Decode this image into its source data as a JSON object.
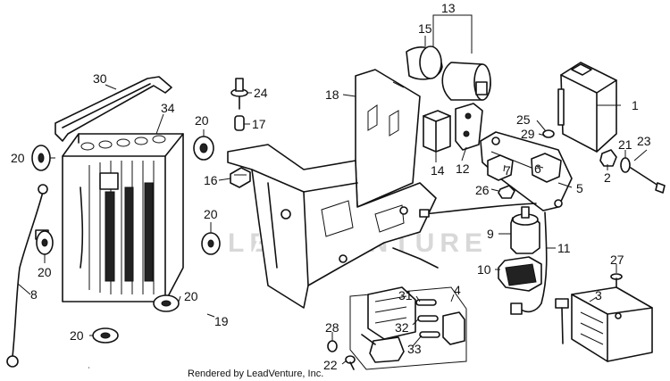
{
  "callouts": [
    "1",
    "2",
    "3",
    "4",
    "5",
    "6",
    "7",
    "8",
    "9",
    "10",
    "11",
    "12",
    "13",
    "14",
    "15",
    "16",
    "17",
    "18",
    "19",
    "20",
    "21",
    "22",
    "23",
    "24",
    "25",
    "26",
    "27",
    "28",
    "29",
    "30",
    "31",
    "32",
    "33",
    "34"
  ],
  "labels": {
    "c20": "20"
  },
  "watermark": "LEADVENTURE",
  "credit": "Rendered by LeadVenture, Inc."
}
